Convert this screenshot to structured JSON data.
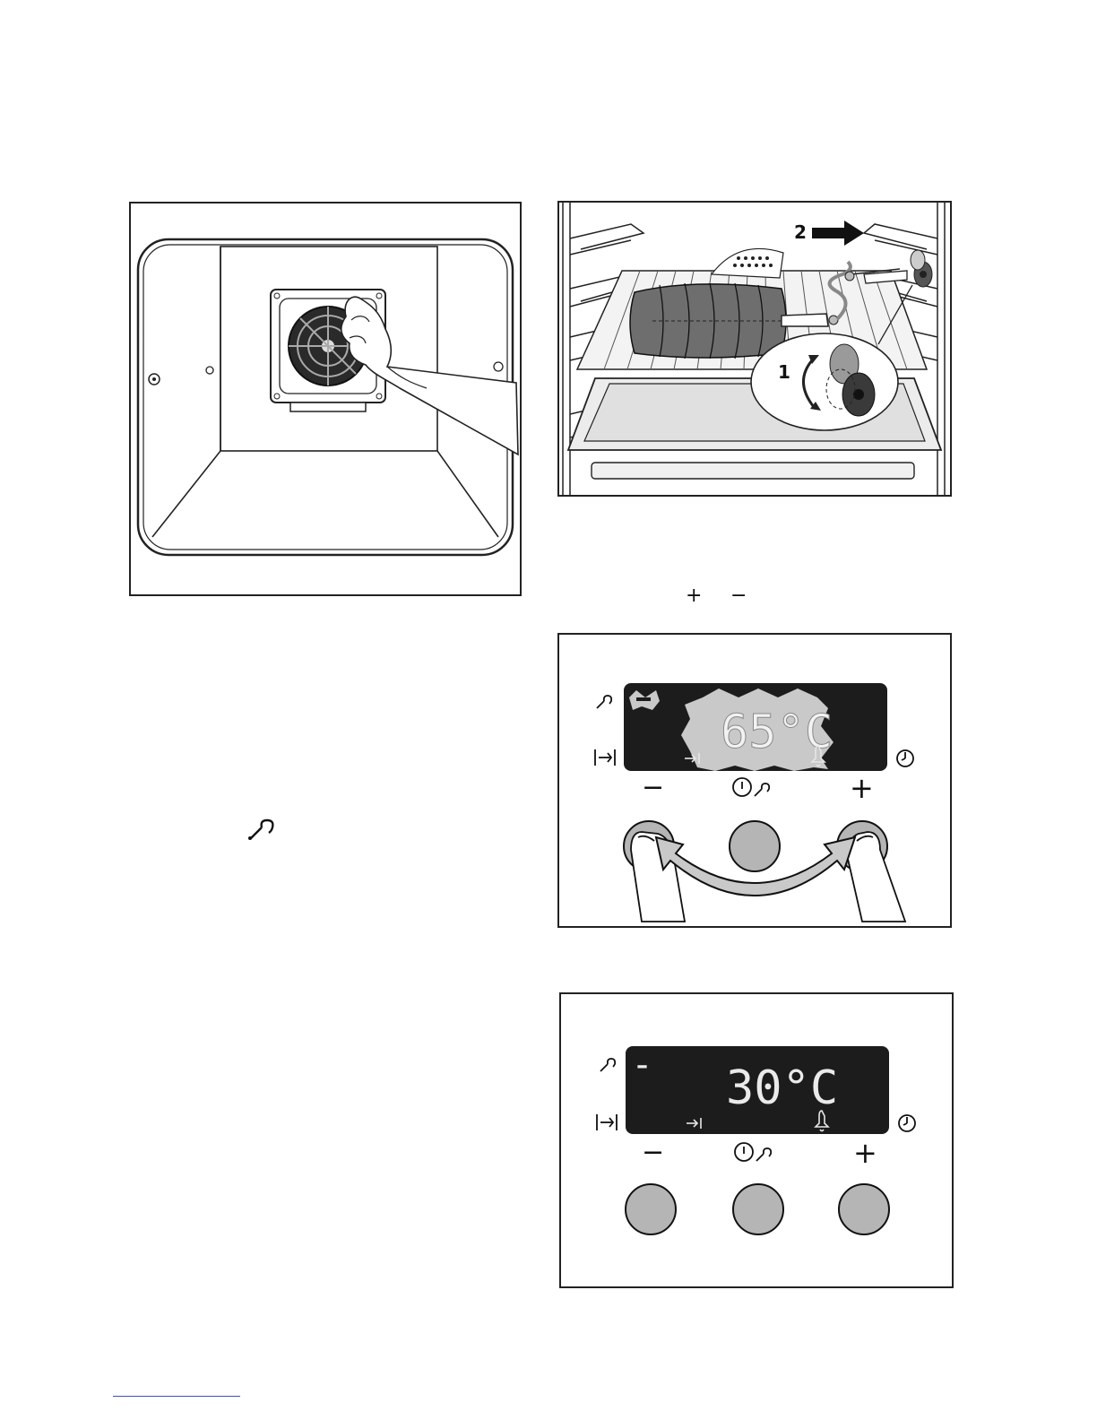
{
  "figures": {
    "fan": {
      "icon": "oven-fan-cover-icon"
    },
    "probe": {
      "step_1": "1",
      "step_2": "2"
    },
    "panel_a": {
      "display_value": "65°C",
      "buttons": {
        "minus": "−",
        "plus": "+"
      }
    },
    "panel_b": {
      "display_value": "30°C",
      "indicator_dash": "–",
      "buttons": {
        "minus": "−",
        "plus": "+"
      }
    }
  },
  "inline_symbols": {
    "plus": "+",
    "minus": "−"
  },
  "colors": {
    "lcd": "#1c1c1c",
    "button": "#b5b5b5",
    "highlight": "#c9c9c9",
    "stroke": "#222222"
  }
}
